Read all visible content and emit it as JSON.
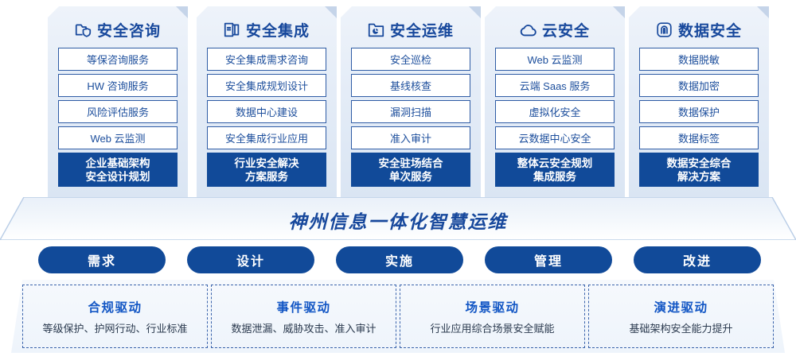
{
  "columns": [
    {
      "icon": "folder-shield-icon",
      "title": "安全咨询",
      "items": [
        "等保咨询服务",
        "HW 咨询服务",
        "风险评估服务",
        "Web 云监测"
      ],
      "highlight": [
        "企业基础架构",
        "安全设计规划"
      ]
    },
    {
      "icon": "stacked-documents-icon",
      "title": "安全集成",
      "items": [
        "安全集成需求咨询",
        "安全集成规划设计",
        "数据中心建设",
        "安全集成行业应用"
      ],
      "highlight": [
        "行业安全解决",
        "方案服务"
      ]
    },
    {
      "icon": "folder-chart-icon",
      "title": "安全运维",
      "items": [
        "安全巡检",
        "基线核查",
        "漏洞扫描",
        "准入审计"
      ],
      "highlight": [
        "安全驻场结合",
        "单次服务"
      ]
    },
    {
      "icon": "cloud-icon",
      "title": "云安全",
      "items": [
        "Web 云监测",
        "云端 Saas 服务",
        "虚拟化安全",
        "云数据中心安全"
      ],
      "highlight": [
        "整体云安全规划",
        "集成服务"
      ]
    },
    {
      "icon": "fingerprint-icon",
      "title": "数据安全",
      "items": [
        "数据脱敏",
        "数据加密",
        "数据保护",
        "数据标签"
      ],
      "highlight": [
        "数据安全综合",
        "解决方案"
      ]
    }
  ],
  "platform": {
    "title": "神州信息一体化智慧运维"
  },
  "phases": [
    {
      "label": "需求"
    },
    {
      "label": "设计"
    },
    {
      "label": "实施"
    },
    {
      "label": "管理"
    },
    {
      "label": "改进"
    }
  ],
  "drivers": [
    {
      "title": "合规驱动",
      "desc": "等级保护、护网行动、行业标准"
    },
    {
      "title": "事件驱动",
      "desc": "数据泄漏、威胁攻击、准入审计"
    },
    {
      "title": "场景驱动",
      "desc": "行业应用综合场景安全赋能"
    },
    {
      "title": "演进驱动",
      "desc": "基础架构安全能力提升"
    }
  ],
  "colors": {
    "brand_blue": "#17489c",
    "solid_blue": "#114a99",
    "panel_light": "#e7eef8",
    "item_border": "#2f5ca5",
    "dashed_border": "#3a63ab",
    "driver_title": "#1155c4"
  }
}
